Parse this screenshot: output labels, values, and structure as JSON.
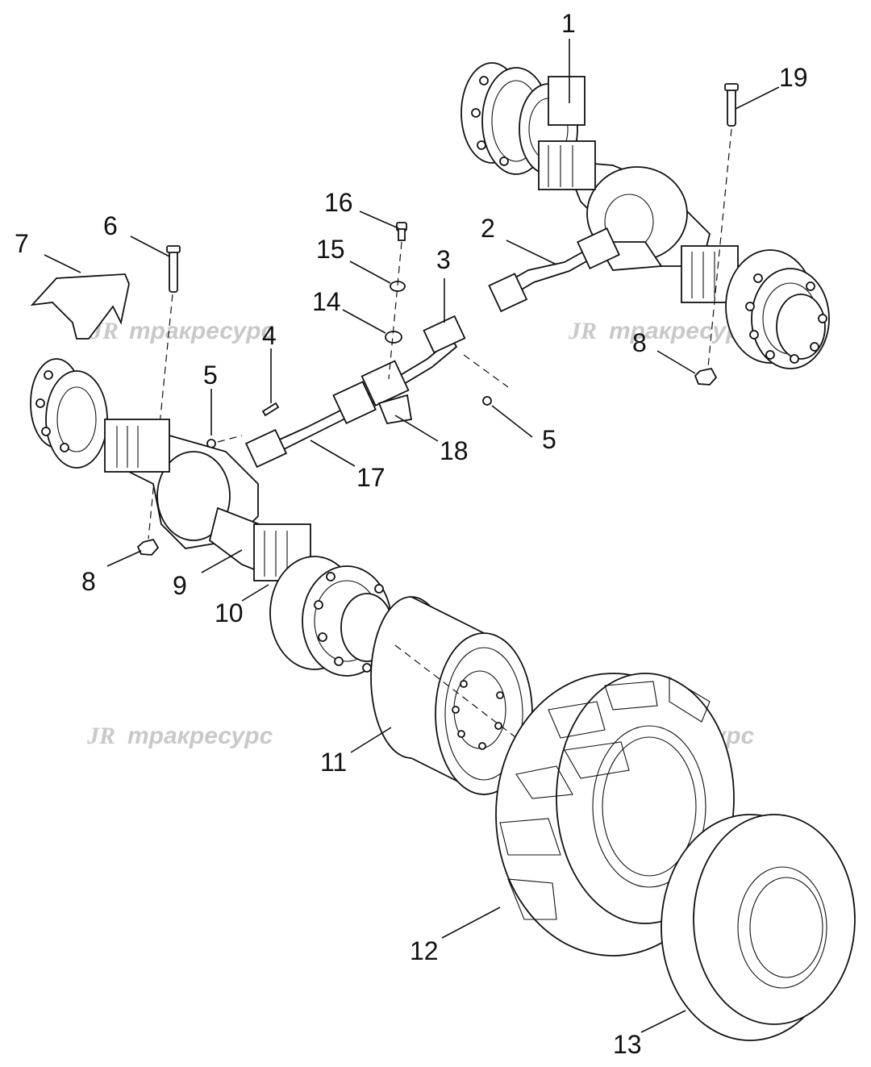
{
  "watermark": {
    "mark": "JR",
    "text": "тракресурс"
  },
  "callouts": [
    {
      "id": "c1",
      "text": "1"
    },
    {
      "id": "c19",
      "text": "19"
    },
    {
      "id": "c16",
      "text": "16"
    },
    {
      "id": "c15",
      "text": "15"
    },
    {
      "id": "c2",
      "text": "2"
    },
    {
      "id": "c3",
      "text": "3"
    },
    {
      "id": "c14",
      "text": "14"
    },
    {
      "id": "c6",
      "text": "6"
    },
    {
      "id": "c7",
      "text": "7"
    },
    {
      "id": "c4",
      "text": "4"
    },
    {
      "id": "c5a",
      "text": "5"
    },
    {
      "id": "c8a",
      "text": "8"
    },
    {
      "id": "c5b",
      "text": "5"
    },
    {
      "id": "c18",
      "text": "18"
    },
    {
      "id": "c17",
      "text": "17"
    },
    {
      "id": "c8b",
      "text": "8"
    },
    {
      "id": "c9",
      "text": "9"
    },
    {
      "id": "c10",
      "text": "10"
    },
    {
      "id": "c11",
      "text": "11"
    },
    {
      "id": "c12",
      "text": "12"
    },
    {
      "id": "c13",
      "text": "13"
    }
  ]
}
